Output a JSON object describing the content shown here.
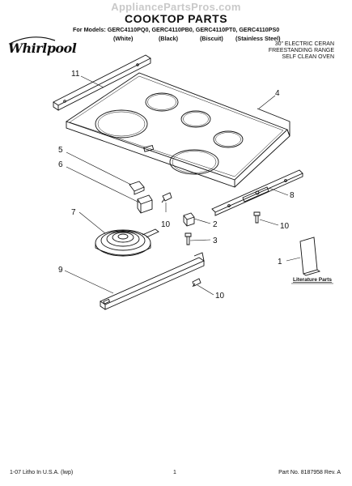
{
  "header": {
    "watermark": "AppliancePartsPros.com",
    "title": "COOKTOP PARTS",
    "models_line": "For Models: GERC4110PQ0, GERC4110PB0, GERC4110PT0, GERC4110PS0",
    "colors": [
      "(White)",
      "(Black)",
      "(Biscuit)",
      "(Stainless Steel)"
    ],
    "logo": "Whirlpool",
    "description": [
      "30\" ELECTRIC CERAN",
      "FREESTANDING RANGE",
      "SELF CLEAN OVEN"
    ]
  },
  "callouts": [
    "11",
    "4",
    "5",
    "6",
    "7",
    "10",
    "2",
    "3",
    "8",
    "10",
    "1",
    "9",
    "10"
  ],
  "literature_label": "Literature Parts",
  "footer": {
    "left": "1-07 Litho In U.S.A. (lwp)",
    "center": "1",
    "right": "Part No. 8187958 Rev. A"
  }
}
